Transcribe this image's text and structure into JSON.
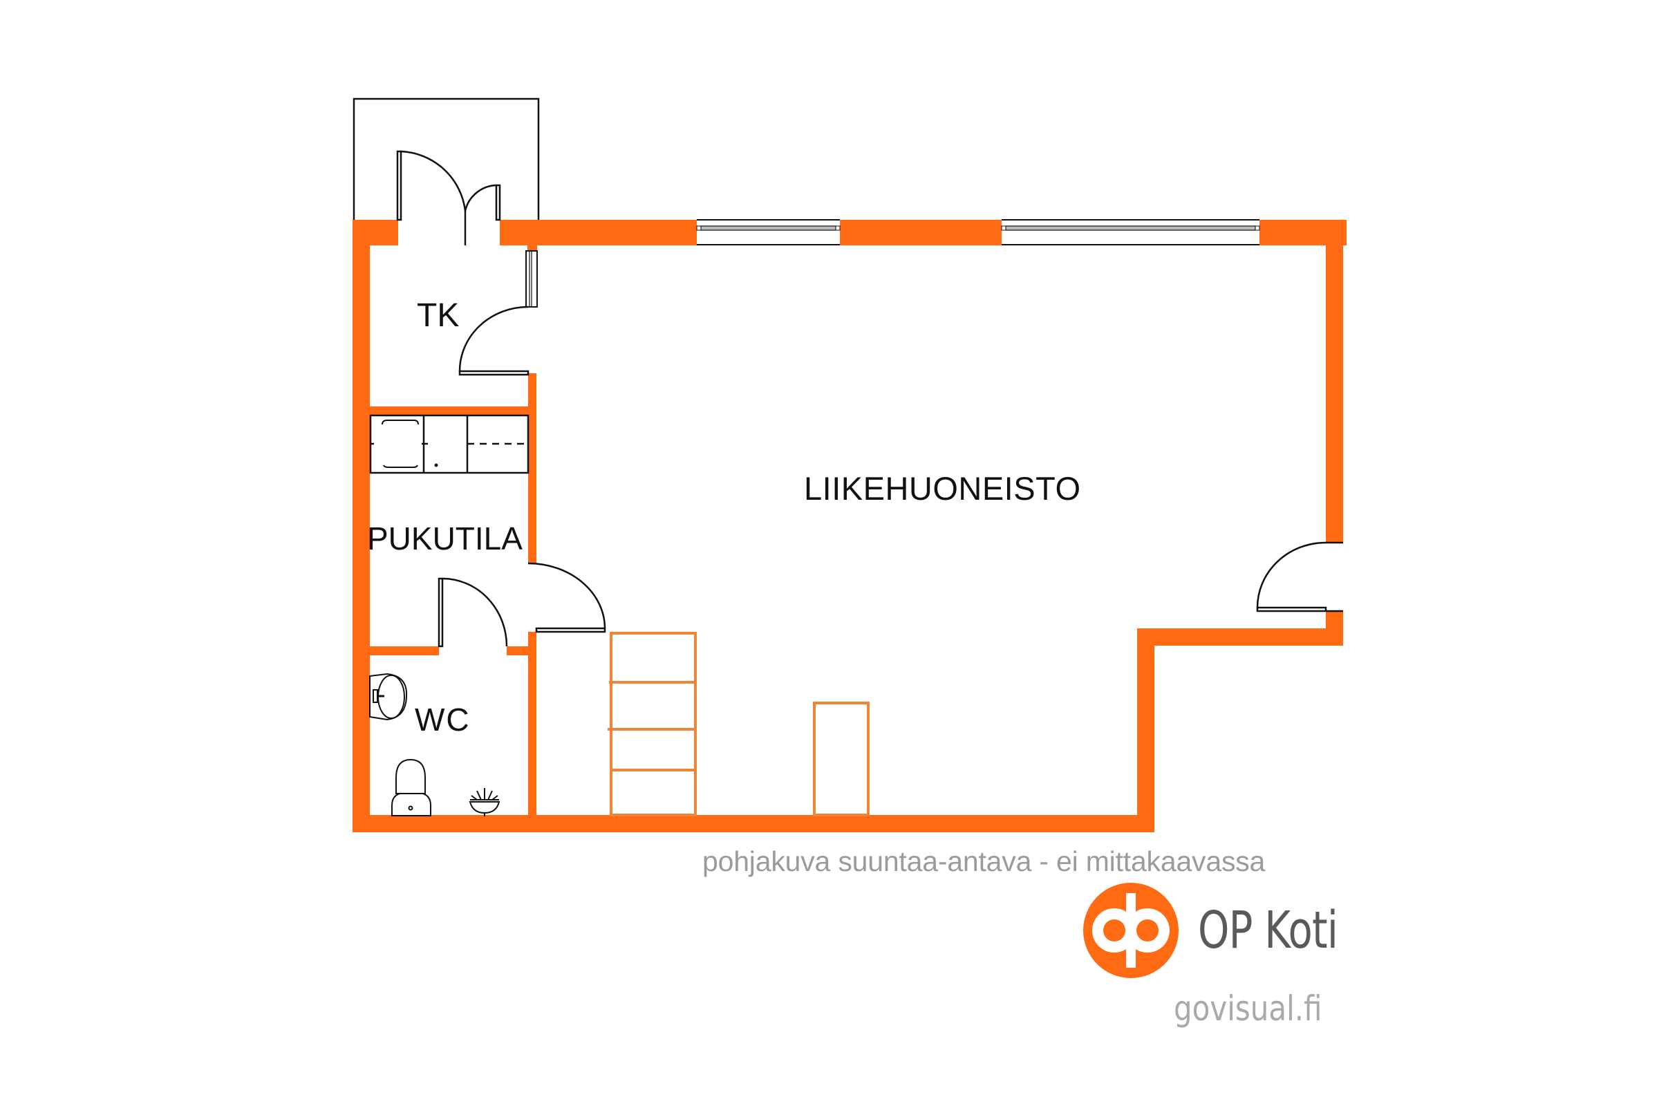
{
  "plan": {
    "wall_color": "#FF6A13",
    "furniture_color": "#F08537",
    "line_color": "#111111",
    "rooms": [
      {
        "id": "tk",
        "label": "TK"
      },
      {
        "id": "pukutila",
        "label": "PUKUTILA"
      },
      {
        "id": "liikehuoneisto",
        "label": "LIIKEHUONEISTO"
      },
      {
        "id": "wc",
        "label": "WC"
      }
    ]
  },
  "footer": {
    "disclaimer": "pohjakuva suuntaa-antava - ei mittakaavassa",
    "brand_name": "OP Koti",
    "brand_color": "#FF6A13",
    "website": "govisual.fi"
  }
}
